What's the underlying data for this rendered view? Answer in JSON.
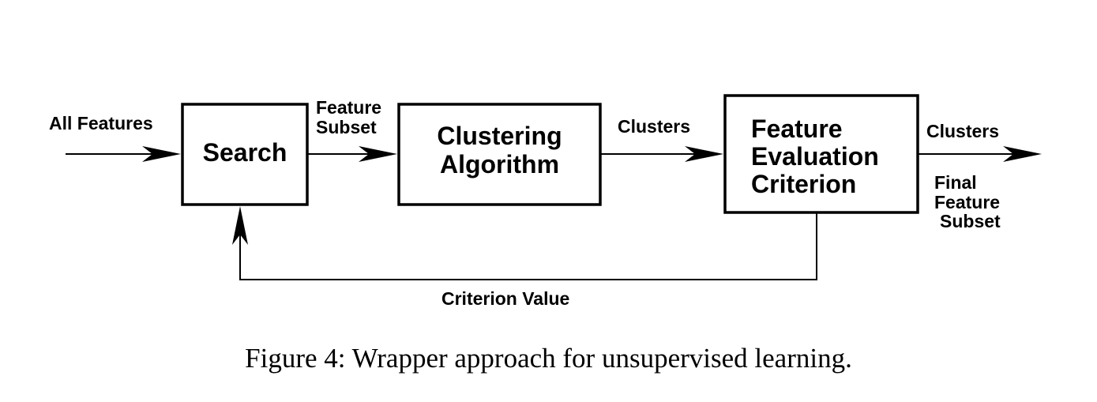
{
  "diagram": {
    "nodes": {
      "search": {
        "label": "Search"
      },
      "clustering": {
        "line1": "Clustering",
        "line2": "Algorithm"
      },
      "evaluation": {
        "line1": "Feature",
        "line2": "Evaluation",
        "line3": "Criterion"
      }
    },
    "edges": {
      "input": {
        "label": "All Features"
      },
      "feature_subset": {
        "line1": "Feature",
        "line2": "Subset"
      },
      "clusters_mid": {
        "label": "Clusters"
      },
      "clusters_out": {
        "label": "Clusters"
      },
      "final_subset": {
        "line1": "Final",
        "line2": "Feature",
        "line3": "Subset"
      },
      "feedback": {
        "label": "Criterion Value"
      }
    }
  },
  "caption": "Figure 4: Wrapper approach for unsupervised learning.",
  "colors": {
    "stroke": "#000000",
    "background": "#ffffff"
  }
}
